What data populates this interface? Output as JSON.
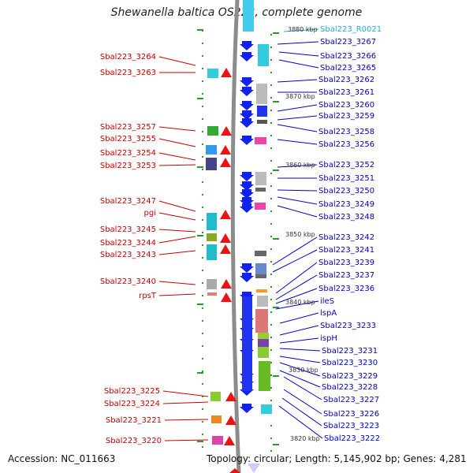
{
  "title": "Shewanella baltica OS223, complete genome",
  "footer": {
    "accession": "Accession: NC_011663",
    "topology": "Topology: circular; Length: 5,145,902 bp; Genes: 4,281"
  },
  "colors": {
    "backbone": "#8c8c8c",
    "label_left": "#cc0000",
    "label_right": "#0000cc",
    "label_rna": "#22aadd",
    "tick": "#2a9a2a"
  },
  "scale_ticks": [
    "3880 kbp",
    "3870 kbp",
    "3860 kbp",
    "3850 kbp",
    "3840 kbp",
    "3830 kbp",
    "3820 kbp"
  ],
  "left_genes": [
    "Sbal223_3264",
    "Sbal223_3263",
    "Sbal223_3257",
    "Sbal223_3255",
    "Sbal223_3254",
    "Sbal223_3253",
    "Sbal223_3247",
    "pgi",
    "Sbal223_3245",
    "Sbal223_3244",
    "Sbal223_3243",
    "Sbal223_3240",
    "rpsT",
    "Sbal223_3225",
    "Sbal223_3224",
    "Sbal223_3221",
    "Sbal223_3220"
  ],
  "right_genes": [
    "Sbal223_R0021",
    "Sbal223_3267",
    "Sbal223_3266",
    "Sbal223_3265",
    "Sbal223_3262",
    "Sbal223_3261",
    "Sbal223_3260",
    "Sbal223_3259",
    "Sbal223_3258",
    "Sbal223_3256",
    "Sbal223_3252",
    "Sbal223_3251",
    "Sbal223_3250",
    "Sbal223_3249",
    "Sbal223_3248",
    "Sbal223_3242",
    "Sbal223_3241",
    "Sbal223_3239",
    "Sbal223_3237",
    "Sbal223_3236",
    "ileS",
    "lspA",
    "Sbal223_3233",
    "ispH",
    "Sbal223_3231",
    "Sbal223_3230",
    "Sbal223_3229",
    "Sbal223_3228",
    "Sbal223_3227",
    "Sbal223_3226",
    "Sbal223_3223",
    "Sbal223_3222"
  ]
}
